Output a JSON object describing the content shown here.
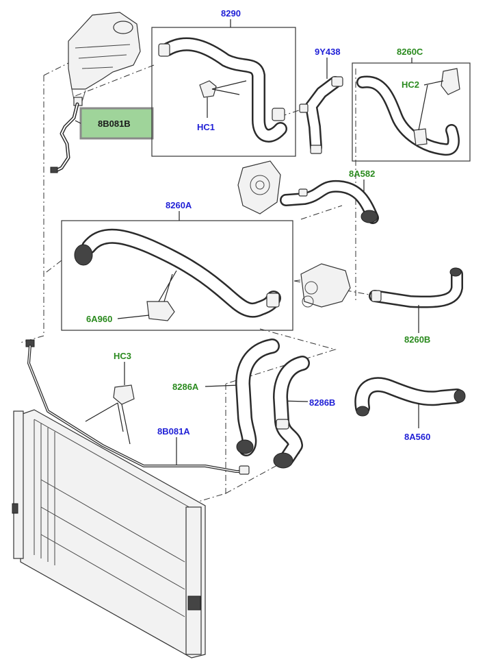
{
  "labels": {
    "l8290": "8290",
    "l9Y438": "9Y438",
    "l8260C": "8260C",
    "lHC1": "HC1",
    "lHC2": "HC2",
    "l8B081B": "8B081B",
    "l8A582": "8A582",
    "l8260A": "8260A",
    "l6A960": "6A960",
    "l8260B": "8260B",
    "lHC3": "HC3",
    "l8286A": "8286A",
    "l8286B": "8286B",
    "l8B081A": "8B081A",
    "l8A560": "8A560"
  },
  "colors": {
    "blue_label": "#1f1fd6",
    "green_label": "#2a8a1e",
    "highlight_fill": "#9fd49a",
    "highlight_border": "#8a8a8a"
  }
}
